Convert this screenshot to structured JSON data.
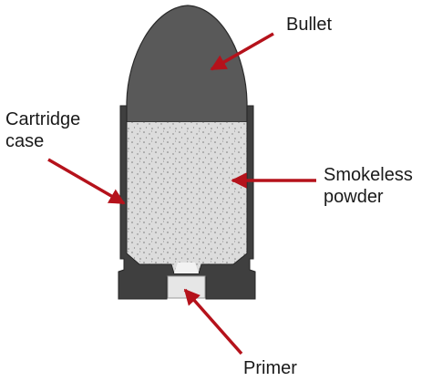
{
  "labels": {
    "bullet": "Bullet",
    "cartridge_case": "Cartridge\ncase",
    "smokeless_powder": "Smokeless\npowder",
    "primer": "Primer"
  },
  "colors": {
    "arrow": "#b5121b",
    "bullet": "#595959",
    "case": "#3f3f3f",
    "powder": "#dcdcdc",
    "powder_speckle": "#7a7a7a",
    "primer": "#e6e6e6",
    "text": "#1a1a1a"
  }
}
